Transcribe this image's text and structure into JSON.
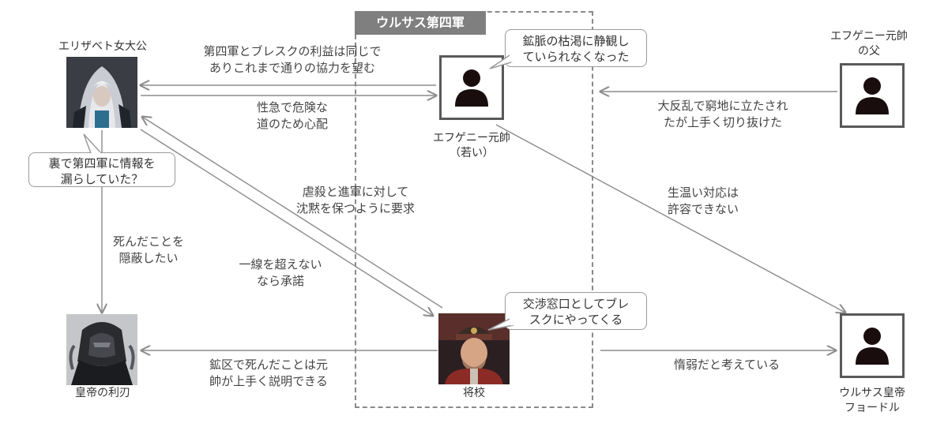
{
  "group": {
    "title": "ウルサス第四軍"
  },
  "nodes": {
    "elizabeth": {
      "label": "エリザベト女大公",
      "icon": "hooded-figure-avatar"
    },
    "young_general": {
      "label_line1": "エフゲニー元帥",
      "label_line2": "（若い）",
      "icon": "person-icon"
    },
    "general_father": {
      "label_line1": "エフゲニー元帥",
      "label_line2": "の父",
      "icon": "person-icon"
    },
    "blade": {
      "label": "皇帝の利刃",
      "icon": "armored-figure-avatar"
    },
    "officer": {
      "label": "将校",
      "icon": "officer-avatar"
    },
    "emperor": {
      "label_line1": "ウルサス皇帝",
      "label_line2": "フョードル",
      "icon": "person-icon"
    }
  },
  "bubbles": {
    "elizabeth": {
      "line1": "裏で第四軍に情報を",
      "line2": "漏らしていた？"
    },
    "young_general": {
      "line1": "鉱脈の枯渇に静観し",
      "line2": "ていられなくなった"
    },
    "officer": {
      "line1": "交渉窓口としてブレ",
      "line2": "スクにやってくる"
    }
  },
  "edges": {
    "general_to_elizabeth": {
      "line1": "第四軍とブレスクの利益は同じで",
      "line2": "ありこれまで通りの協力を望む"
    },
    "elizabeth_to_general": {
      "line1": "性急で危険な",
      "line2": "道のため心配"
    },
    "father_to_general": {
      "line1": "大反乱で窮地に立たされ",
      "line2": "たが上手く切り抜けた"
    },
    "general_to_emperor": {
      "line1": "生温い対応は",
      "line2": "許容できない"
    },
    "elizabeth_to_officer": {
      "line1": "虐殺と進軍に対して",
      "line2": "沈黙を保つように要求"
    },
    "officer_to_elizabeth": {
      "line1": "一線を超えない",
      "line2": "なら承諾"
    },
    "elizabeth_to_blade": {
      "line1": "死んだことを",
      "line2": "隠蔽したい"
    },
    "officer_to_blade": {
      "line1": "鉱区で死んだことは元",
      "line2": "帥が上手く説明できる"
    },
    "officer_to_emperor": {
      "line1": "惰弱だと考えている"
    }
  },
  "colors": {
    "arrow": "#8c8c8c",
    "box_border": "#595959",
    "group_header": "#7f7f7f",
    "person_icon": "#1a0d0d"
  }
}
